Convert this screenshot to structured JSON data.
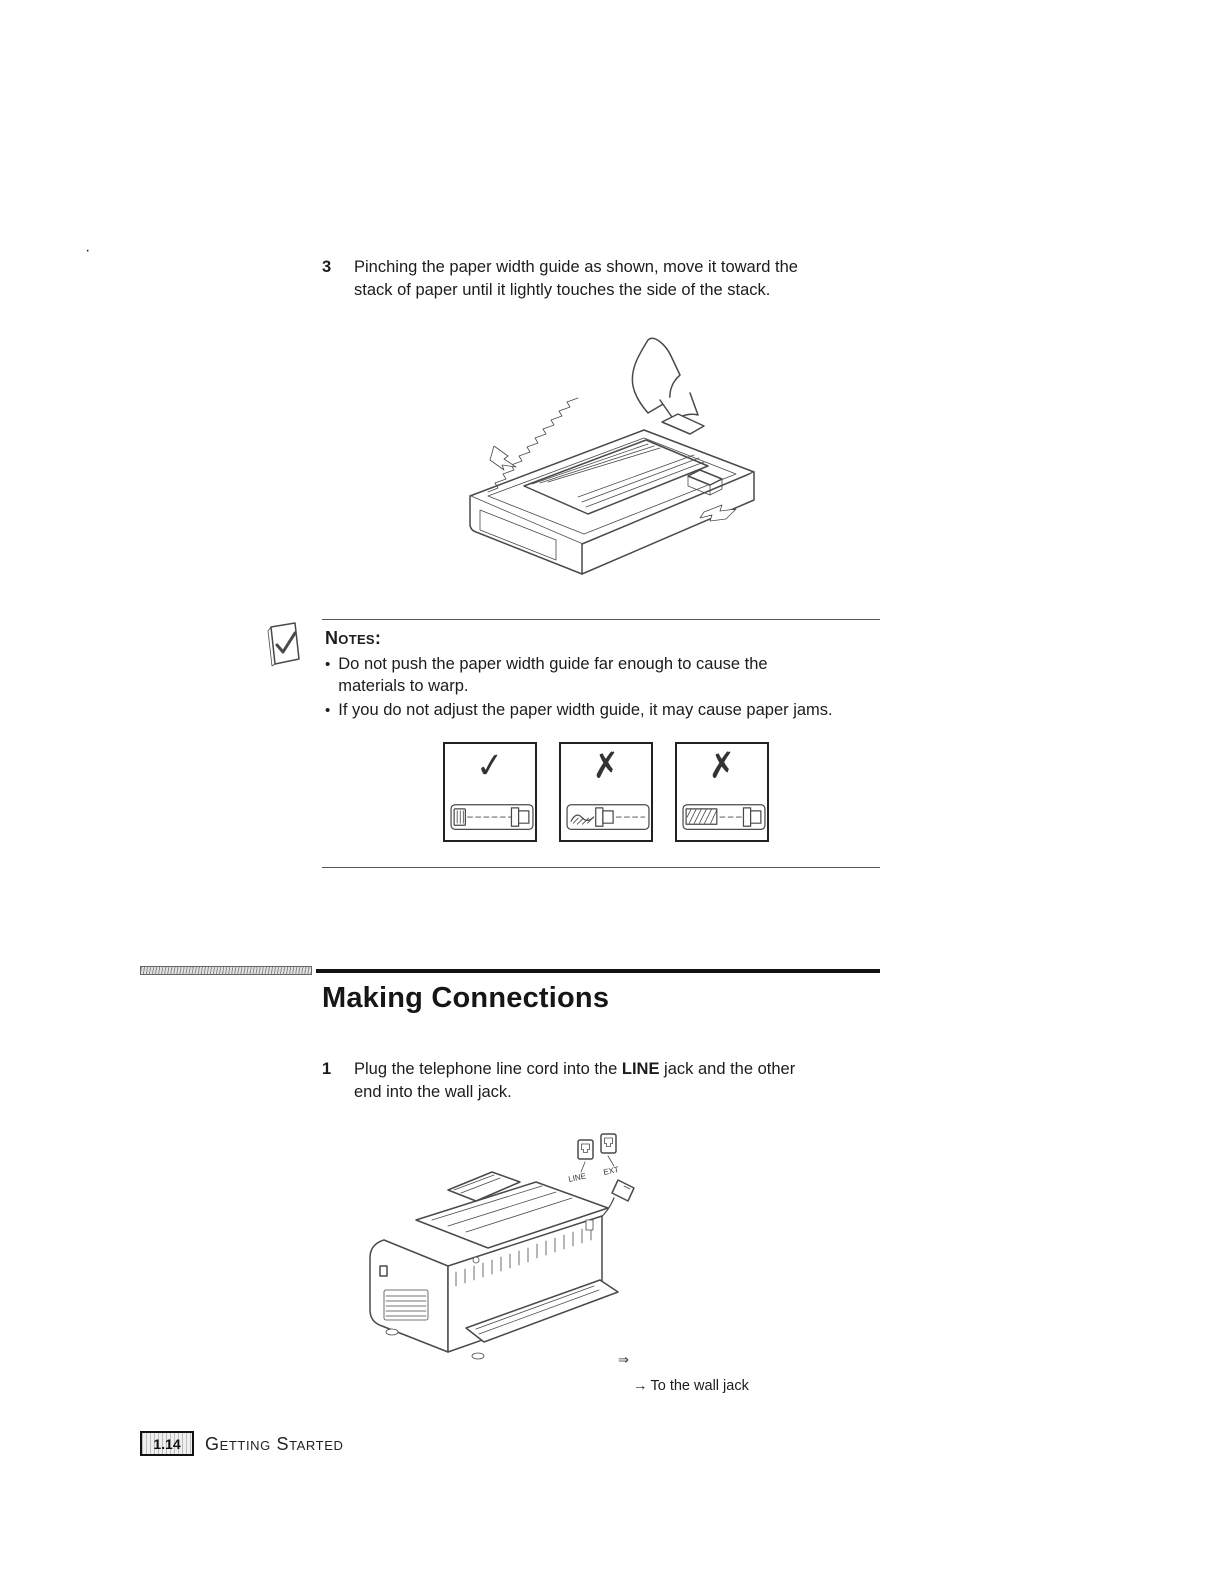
{
  "page": {
    "stray_mark": "·",
    "step3": {
      "number": "3",
      "text": "Pinching the paper width guide as shown, move it toward the stack of paper until it lightly touches the side of the stack."
    },
    "notes": {
      "title": "Notes:",
      "bullet": "•",
      "items": [
        "Do not push the paper width guide far enough to cause the materials to warp.",
        "If you do not adjust the paper width guide, it may cause paper jams."
      ]
    },
    "icons": {
      "check": "✓",
      "cross": "✗",
      "double_arrow": "⇒"
    },
    "section_title": "Making Connections",
    "step1": {
      "number": "1",
      "text_before": "Plug the telephone line cord into the ",
      "bold": "LINE",
      "text_after": " jack and the other end into the wall jack."
    },
    "fax": {
      "line_label": "LINE",
      "ext_label": "EXT"
    },
    "caption": {
      "arrow": "→",
      "text": "To the wall jack"
    },
    "footer": {
      "page_number": "1.14",
      "label": "Getting Started"
    }
  }
}
